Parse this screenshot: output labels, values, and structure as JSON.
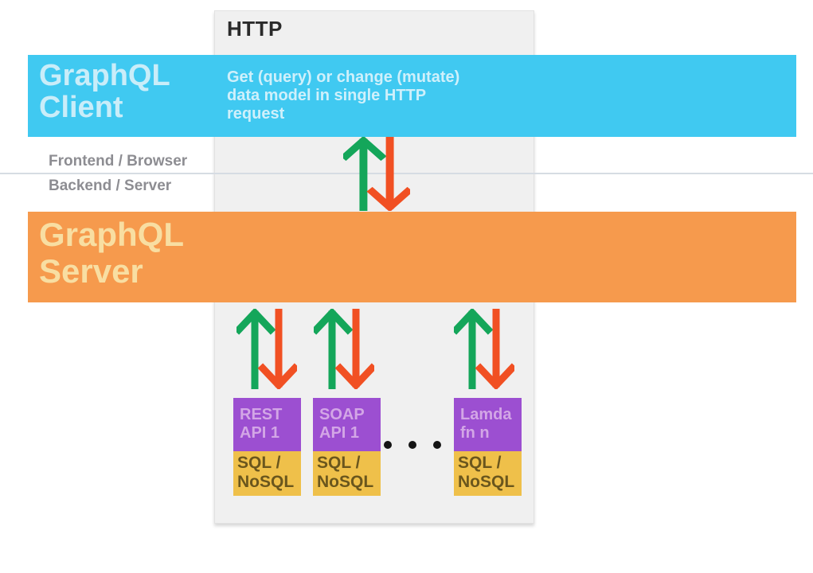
{
  "pipe": {
    "title": "HTTP"
  },
  "client_band": {
    "label": "GraphQL\nClient",
    "description": "Get (query) or change (mutate)\ndata model in single HTTP\nrequest",
    "bg_color": "#40C9F1",
    "text_color": "#C9EDF9"
  },
  "boundary": {
    "frontend_label": "Frontend / Browser",
    "backend_label": "Backend / Server",
    "label_color": "#8D8D92"
  },
  "server_band": {
    "label": "GraphQL\nServer",
    "bg_color": "#F69A4D",
    "text_color": "#F8DEA2"
  },
  "arrows": {
    "up_color": "#14A65A",
    "down_color": "#F15023"
  },
  "backends": [
    {
      "api_label": "REST\nAPI 1",
      "db_label": "SQL /\nNoSQL"
    },
    {
      "api_label": "SOAP\nAPI 1",
      "db_label": "SQL /\nNoSQL"
    },
    {
      "api_label": "Lamda\nfn n",
      "db_label": "SQL /\nNoSQL"
    }
  ],
  "backend_style": {
    "api_bg": "#9C4FD1",
    "api_text": "#D3A6E6",
    "db_bg": "#EFC04A",
    "db_text": "#6A561D"
  }
}
